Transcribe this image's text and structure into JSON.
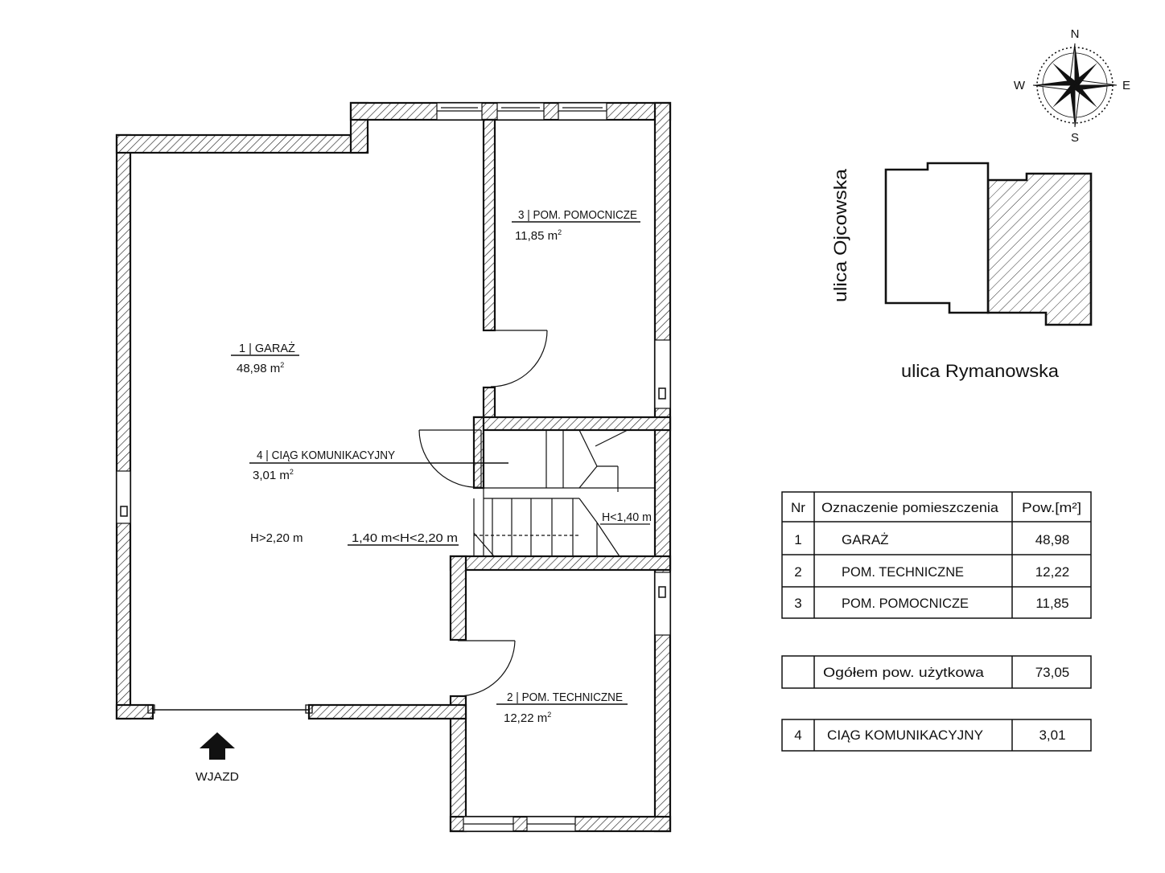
{
  "rooms": [
    {
      "nr": "1",
      "name": "GARAŻ",
      "area": "48,98",
      "unit": "m²"
    },
    {
      "nr": "2",
      "name": "POM. TECHNICZNE",
      "area": "12,22",
      "unit": "m²"
    },
    {
      "nr": "3",
      "name": "POM. POMOCNICZE",
      "area": "11,85",
      "unit": "m²"
    },
    {
      "nr": "4",
      "name": "CIĄG KOMUNIKACYJNY",
      "area": "3,01",
      "unit": "m²"
    }
  ],
  "heights": {
    "main": "H>2,20 m",
    "stairs_mid": "1,40 m<H<2,20 m",
    "stairs_low": "H<1,40 m"
  },
  "entrance_label": "WJAZD",
  "compass": {
    "n": "N",
    "s": "S",
    "e": "E",
    "w": "W"
  },
  "site": {
    "street_vertical": "ulica Ojcowska",
    "street_horizontal": "ulica Rymanowska"
  },
  "table": {
    "headers": [
      "Nr",
      "Oznaczenie pomieszczenia",
      "Pow.[m²]"
    ],
    "rows": [
      [
        "1",
        "GARAŻ",
        "48,98"
      ],
      [
        "2",
        "POM. TECHNICZNE",
        "12,22"
      ],
      [
        "3",
        "POM. POMOCNICZE",
        "11,85"
      ]
    ],
    "total_label": "Ogółem pow. użytkowa",
    "total_value": "73,05",
    "extra": [
      "4",
      "CIĄG KOMUNIKACYJNY",
      "3,01"
    ]
  }
}
